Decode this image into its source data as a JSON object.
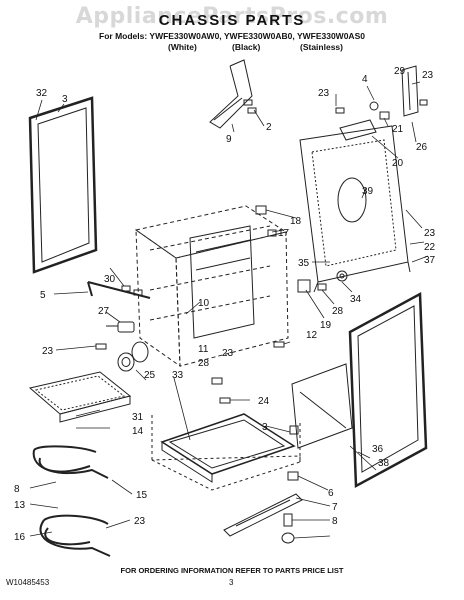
{
  "watermark": "AppliancePartsPros.com",
  "title": "CHASSIS PARTS",
  "models": "For Models: YWFE330W0AW0, YWFE330W0AB0, YWFE330W0AS0",
  "finishes": [
    "(White)",
    "(Black)",
    "(Stainless)"
  ],
  "footer_note": "FOR ORDERING INFORMATION REFER TO PARTS PRICE LIST",
  "doc_id": "W10485453",
  "page_number": "3",
  "callouts": [
    "32",
    "3",
    "9",
    "2",
    "4",
    "29",
    "23",
    "23",
    "21",
    "26",
    "20",
    "39",
    "18",
    "17",
    "23",
    "22",
    "37",
    "35",
    "34",
    "28",
    "19",
    "5",
    "30",
    "27",
    "10",
    "11",
    "28",
    "23",
    "12",
    "33",
    "25",
    "23",
    "24",
    "31",
    "14",
    "3",
    "36",
    "38",
    "6",
    "8",
    "13",
    "15",
    "7",
    "23",
    "8",
    "16"
  ]
}
